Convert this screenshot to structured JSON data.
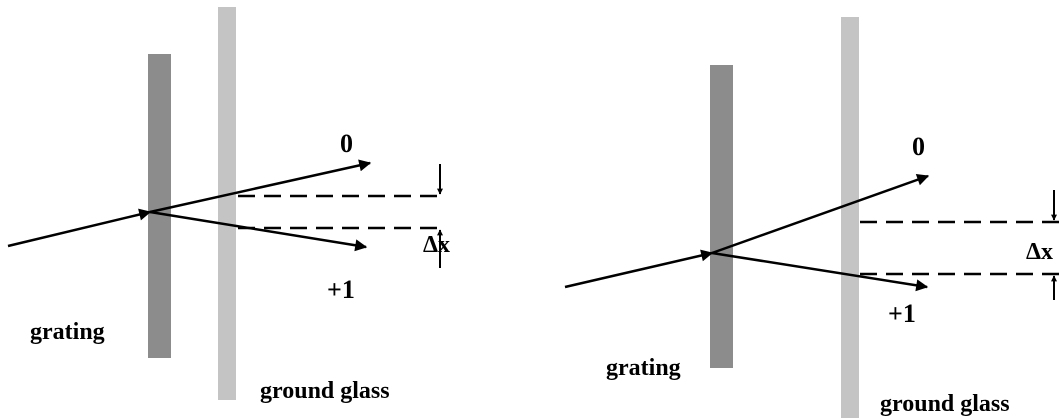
{
  "panels": [
    {
      "labels": {
        "order0": "0",
        "order1": "+1",
        "delta": "Δx",
        "grating": "grating",
        "glass": "ground glass"
      }
    },
    {
      "labels": {
        "order0": "0",
        "order1": "+1",
        "delta": "Δx",
        "grating": "grating",
        "glass": "ground glass"
      }
    }
  ],
  "colors": {
    "grating": "#8c8c8c",
    "ground_glass": "#c4c4c4",
    "ray": "#000000"
  }
}
